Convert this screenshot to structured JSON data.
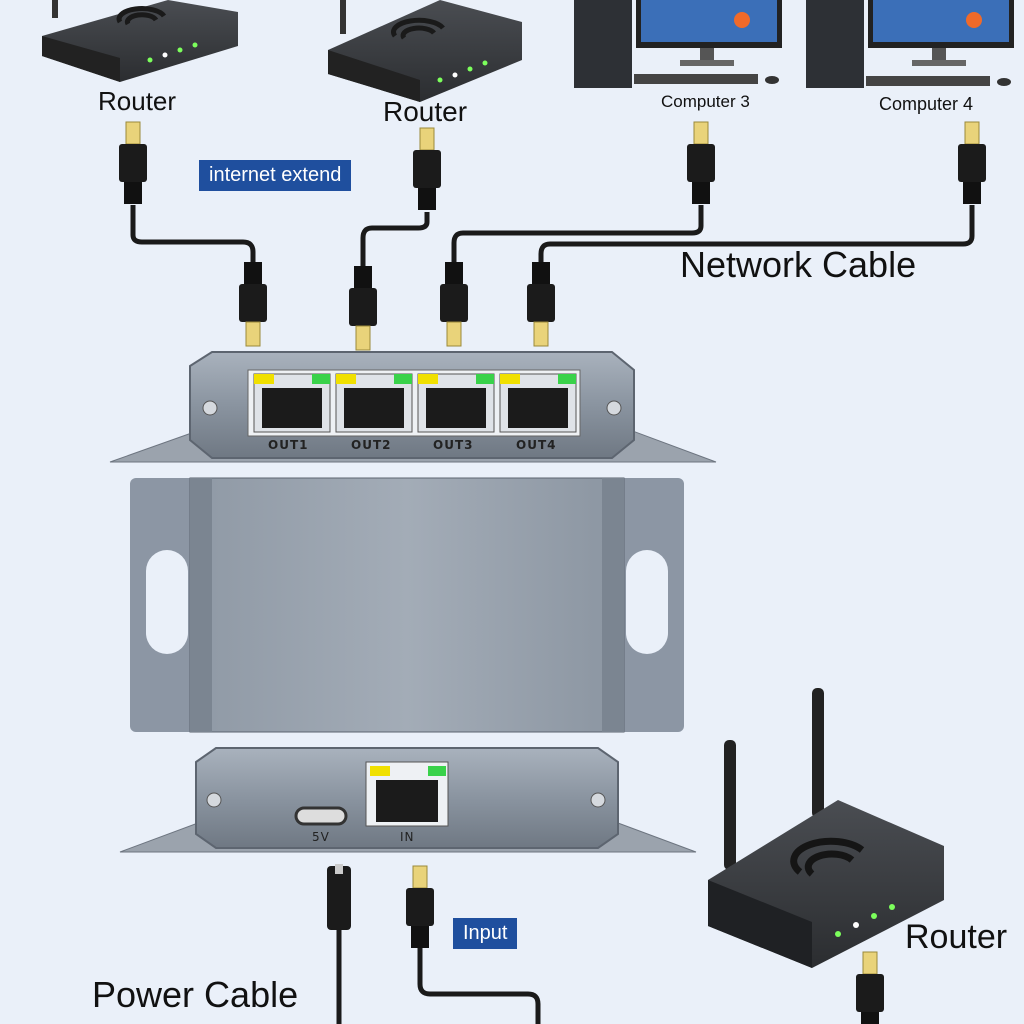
{
  "labels": {
    "router_1": "Router",
    "router_2": "Router",
    "computer_3": "Computer 3",
    "computer_4": "Computer 4",
    "internet_extend": "internet extend",
    "network_cable": "Network Cable",
    "router_bottom": "Router",
    "input": "Input",
    "power_cable": "Power Cable"
  },
  "ports": {
    "out1": "OUT1",
    "out2": "OUT2",
    "out3": "OUT3",
    "out4": "OUT4",
    "usb_c": "5V",
    "in": "IN"
  },
  "colors": {
    "background": "#eaf0f9",
    "tag_bg": "#1f4f9e",
    "device_body": "#8d97a3",
    "led_yellow": "#f0e000",
    "led_green": "#39d24a"
  }
}
